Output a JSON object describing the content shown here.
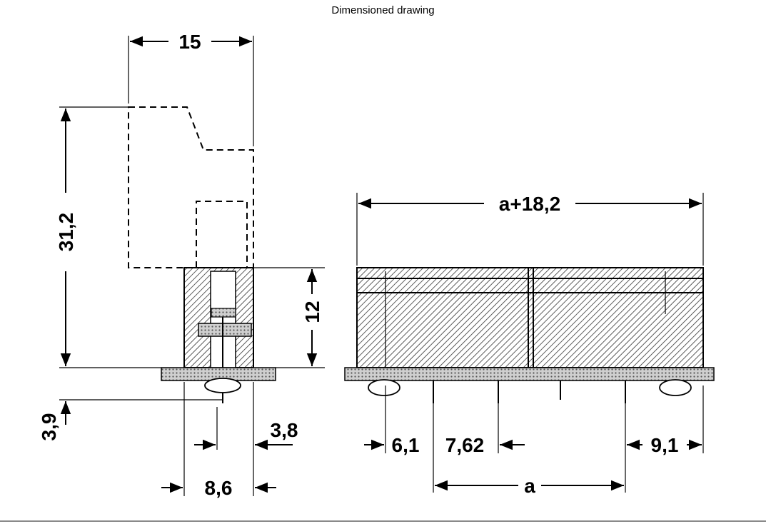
{
  "title": "Dimensioned drawing",
  "dimensions": {
    "width_15": "15",
    "height_31_2": "31,2",
    "height_12": "12",
    "pin_3_9": "3,9",
    "offset_3_8": "3,8",
    "width_8_6": "8,6",
    "total_a_18_2": "a+18,2",
    "offset_6_1": "6,1",
    "pitch_7_62": "7,62",
    "offset_9_1": "9,1",
    "length_a": "a"
  }
}
